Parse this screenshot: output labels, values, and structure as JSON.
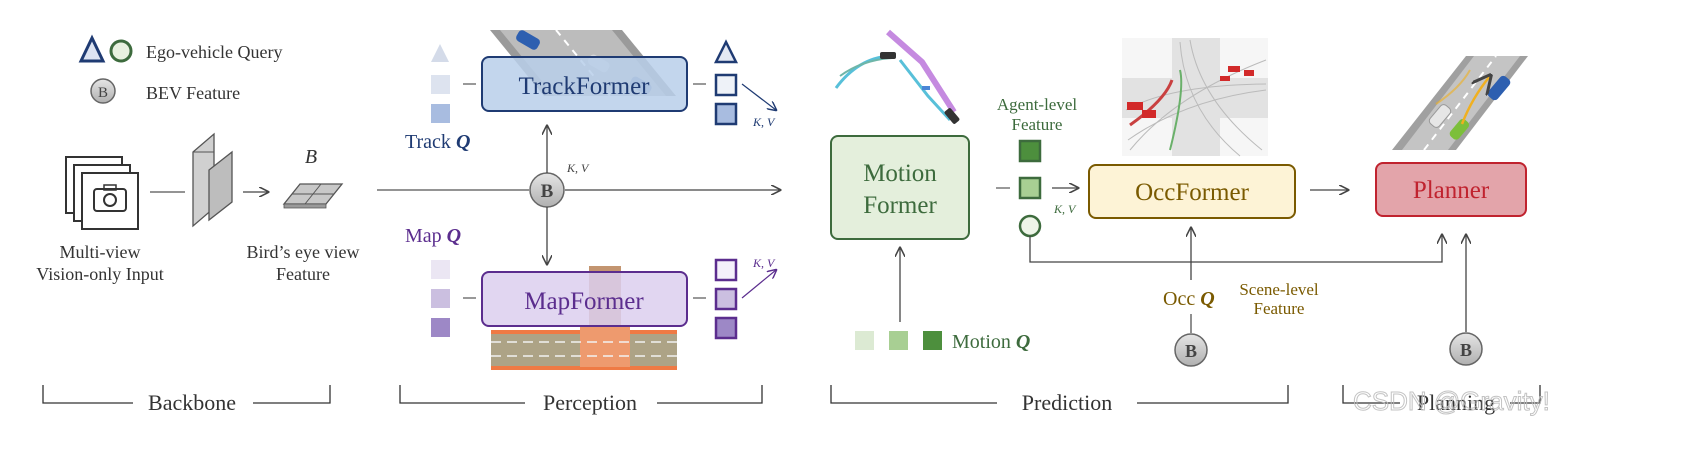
{
  "legend": {
    "ego_query": "Ego-vehicle Query",
    "bev_feature": "BEV Feature",
    "bev_badge": "B"
  },
  "backbone": {
    "input_label_line1": "Multi-view",
    "input_label_line2": "Vision-only Input",
    "bev_letter": "B",
    "bev_label_line1": "Bird’s eye view",
    "bev_label_line2": "Feature"
  },
  "perception": {
    "trackformer": "TrackFormer",
    "mapformer": "MapFormer",
    "track_q_prefix": "Track ",
    "map_q_prefix": "Map ",
    "q_symbol": "Q",
    "kv": "K, V",
    "bev_badge": "B"
  },
  "prediction": {
    "motion_former_line1": "Motion",
    "motion_former_line2": "Former",
    "agent_feature_line1": "Agent-level",
    "agent_feature_line2": "Feature",
    "occformer": "OccFormer",
    "motion_q_prefix": "Motion ",
    "occ_q_prefix": "Occ ",
    "q_symbol": "Q",
    "kv": "K, V",
    "scene_feature_line1": "Scene-level",
    "scene_feature_line2": "Feature",
    "bev_badge": "B"
  },
  "planning": {
    "planner": "Planner",
    "bev_badge": "B"
  },
  "stages": {
    "backbone": "Backbone",
    "perception": "Perception",
    "prediction": "Prediction",
    "planning": "Planning"
  },
  "watermark": "CSDN @Gravity!",
  "colors": {
    "track_blue": "#1f3b73",
    "map_purple": "#5b2d8e",
    "motion_green": "#3d6b3d",
    "occ_gold": "#7a5a00",
    "planner_red": "#c0232f"
  }
}
